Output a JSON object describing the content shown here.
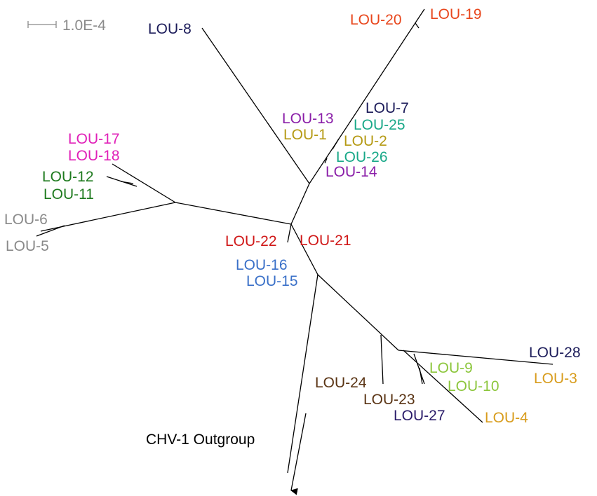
{
  "scale": {
    "label": "1.0E-4",
    "color": "#8a8a8a"
  },
  "labels": {
    "lou8": {
      "text": "LOU-8",
      "color": "#1c1c5a"
    },
    "lou20": {
      "text": "LOU-20",
      "color": "#e8461c"
    },
    "lou19": {
      "text": "LOU-19",
      "color": "#e8461c"
    },
    "lou13": {
      "text": "LOU-13",
      "color": "#8a1ea8"
    },
    "lou1": {
      "text": "LOU-1",
      "color": "#b59a14"
    },
    "lou7": {
      "text": "LOU-7",
      "color": "#1c1c5a"
    },
    "lou25": {
      "text": "LOU-25",
      "color": "#18a888"
    },
    "lou2": {
      "text": "LOU-2",
      "color": "#b59a14"
    },
    "lou26": {
      "text": "LOU-26",
      "color": "#18a888"
    },
    "lou14": {
      "text": "LOU-14",
      "color": "#8a1ea8"
    },
    "lou17": {
      "text": "LOU-17",
      "color": "#e020b8"
    },
    "lou18": {
      "text": "LOU-18",
      "color": "#e020b8"
    },
    "lou12": {
      "text": "LOU-12",
      "color": "#1e7a1e"
    },
    "lou11": {
      "text": "LOU-11",
      "color": "#1e7a1e"
    },
    "lou6": {
      "text": "LOU-6",
      "color": "#8a8a8a"
    },
    "lou5": {
      "text": "LOU-5",
      "color": "#8a8a8a"
    },
    "lou22": {
      "text": "LOU-22",
      "color": "#d01818"
    },
    "lou21": {
      "text": "LOU-21",
      "color": "#d01818"
    },
    "lou16": {
      "text": "LOU-16",
      "color": "#3a70c8"
    },
    "lou15": {
      "text": "LOU-15",
      "color": "#3a70c8"
    },
    "lou28": {
      "text": "LOU-28",
      "color": "#1c1c5a"
    },
    "lou9": {
      "text": "LOU-9",
      "color": "#8cc63c"
    },
    "lou3": {
      "text": "LOU-3",
      "color": "#d89c1c"
    },
    "lou10": {
      "text": "LOU-10",
      "color": "#8cc63c"
    },
    "lou24": {
      "text": "LOU-24",
      "color": "#5a3414"
    },
    "lou23": {
      "text": "LOU-23",
      "color": "#5a3414"
    },
    "lou27": {
      "text": "LOU-27",
      "color": "#2a1c6a"
    },
    "lou4": {
      "text": "LOU-4",
      "color": "#d89c1c"
    },
    "outgroup": {
      "text": "CHV-1 Outgroup",
      "color": "#000000"
    }
  }
}
